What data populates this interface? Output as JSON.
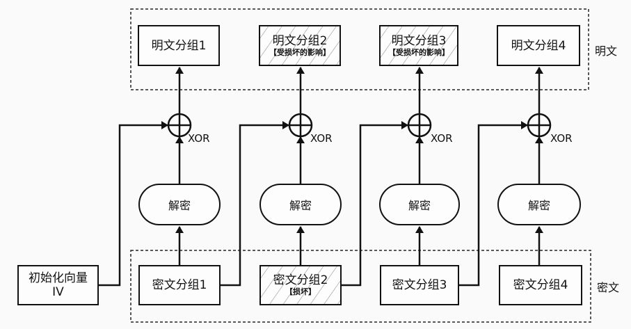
{
  "regions": {
    "plaintext_label": "明文",
    "ciphertext_label": "密文"
  },
  "iv": {
    "line1": "初始化向量",
    "line2": "IV"
  },
  "plaintext_blocks": [
    {
      "label": "明文分组1",
      "note": "",
      "damaged": false
    },
    {
      "label": "明文分组2",
      "note": "【受损坏的影响】",
      "damaged": true
    },
    {
      "label": "明文分组3",
      "note": "【受损坏的影响】",
      "damaged": true
    },
    {
      "label": "明文分组4",
      "note": "",
      "damaged": false
    }
  ],
  "ciphertext_blocks": [
    {
      "label": "密文分组1",
      "note": "",
      "damaged": false
    },
    {
      "label": "密文分组2",
      "note": "【损坏】",
      "damaged": true
    },
    {
      "label": "密文分组3",
      "note": "",
      "damaged": false
    },
    {
      "label": "密文分组4",
      "note": "",
      "damaged": false
    }
  ],
  "decrypt_label": "解密",
  "xor_label": "XOR"
}
